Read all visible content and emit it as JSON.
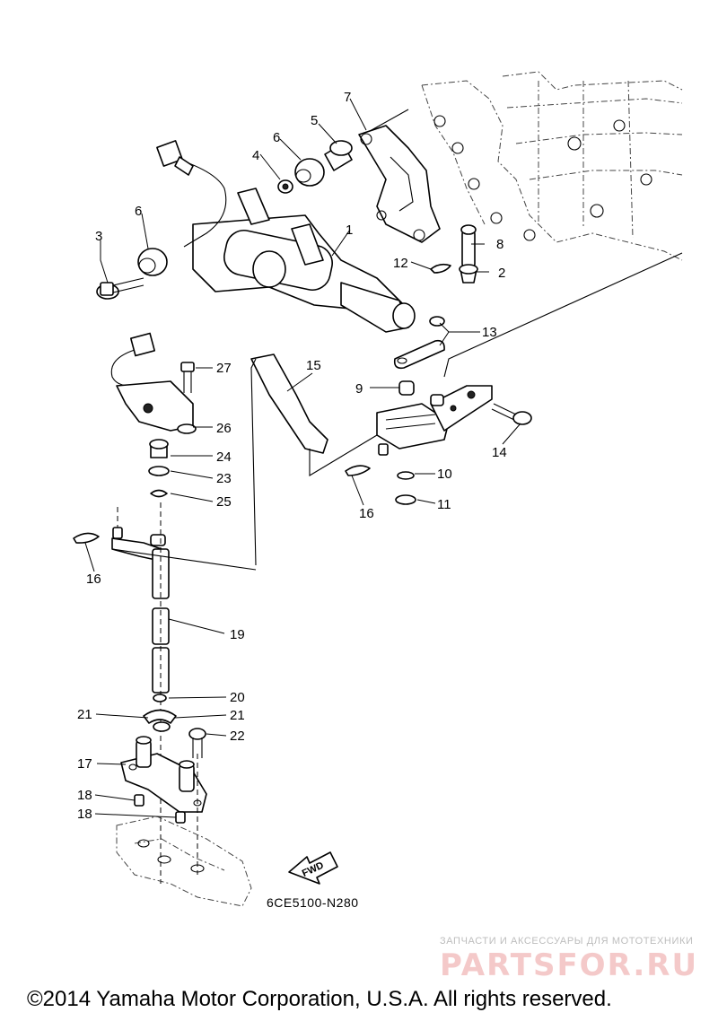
{
  "diagram": {
    "part_numbers": {
      "p1": "1",
      "p2": "2",
      "p3": "3",
      "p4": "4",
      "p5": "5",
      "p6a": "6",
      "p6b": "6",
      "p7": "7",
      "p8": "8",
      "p9": "9",
      "p10": "10",
      "p11": "11",
      "p12": "12",
      "p13": "13",
      "p14": "14",
      "p15": "15",
      "p16a": "16",
      "p16b": "16",
      "p17": "17",
      "p18a": "18",
      "p18b": "18",
      "p19": "19",
      "p20": "20",
      "p21a": "21",
      "p21b": "21",
      "p22": "22",
      "p23": "23",
      "p24": "24",
      "p25": "25",
      "p26": "26",
      "p27": "27"
    },
    "fwd_label": "FWD",
    "reference_code": "6CE5100-N280"
  },
  "watermark": {
    "tagline": "ЗАПЧАСТИ И АКСЕССУАРЫ ДЛЯ МОТОТЕХНИКИ",
    "brand": "PARTSFOR.RU"
  },
  "footer": {
    "copyright": "©2014 Yamaha Motor Corporation, U.S.A. All rights reserved."
  }
}
